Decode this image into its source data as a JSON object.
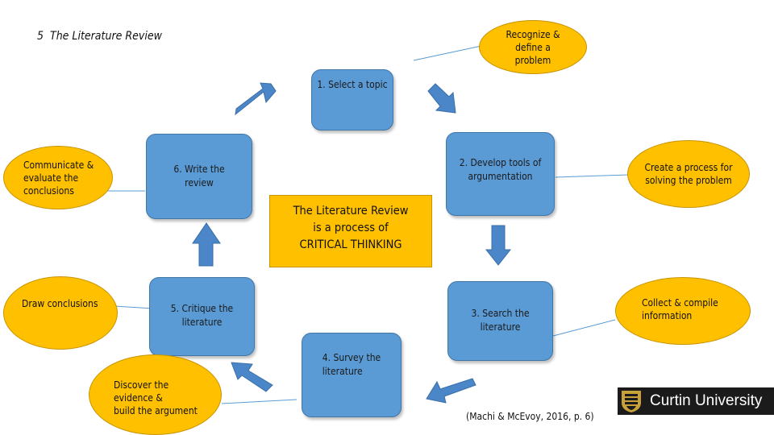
{
  "title": "5  The Literature Review",
  "center_text": "The Literature Review\nis a process of\nCRITICAL THINKING",
  "steps": {
    "select": "1. Select a topic",
    "develop": "2. Develop tools of\nargumentation",
    "search": "3. Search the\nliterature",
    "survey": "4. Survey the\nliterature",
    "critique": "5. Critique the\nliterature",
    "write": "6. Write the\nreview"
  },
  "ovals": {
    "recognize": "Recognize &\ndefine a\nproblem",
    "create": "Create a process for\nsolving the problem",
    "collect": "Collect & compile\ninformation",
    "discover": "Discover the\nevidence &\nbuild the argument",
    "draw": "Draw conclusions",
    "communicate": "Communicate &\nevaluate the\nconclusions"
  },
  "citation": "(Machi & McEvoy, 2016, p. 6)",
  "logo": {
    "text": "Curtin University"
  },
  "colors": {
    "box_fill": "#5b9bd5",
    "oval_fill": "#ffc000",
    "arrow": "#4a86c8",
    "connector": "#5b9bd5"
  }
}
